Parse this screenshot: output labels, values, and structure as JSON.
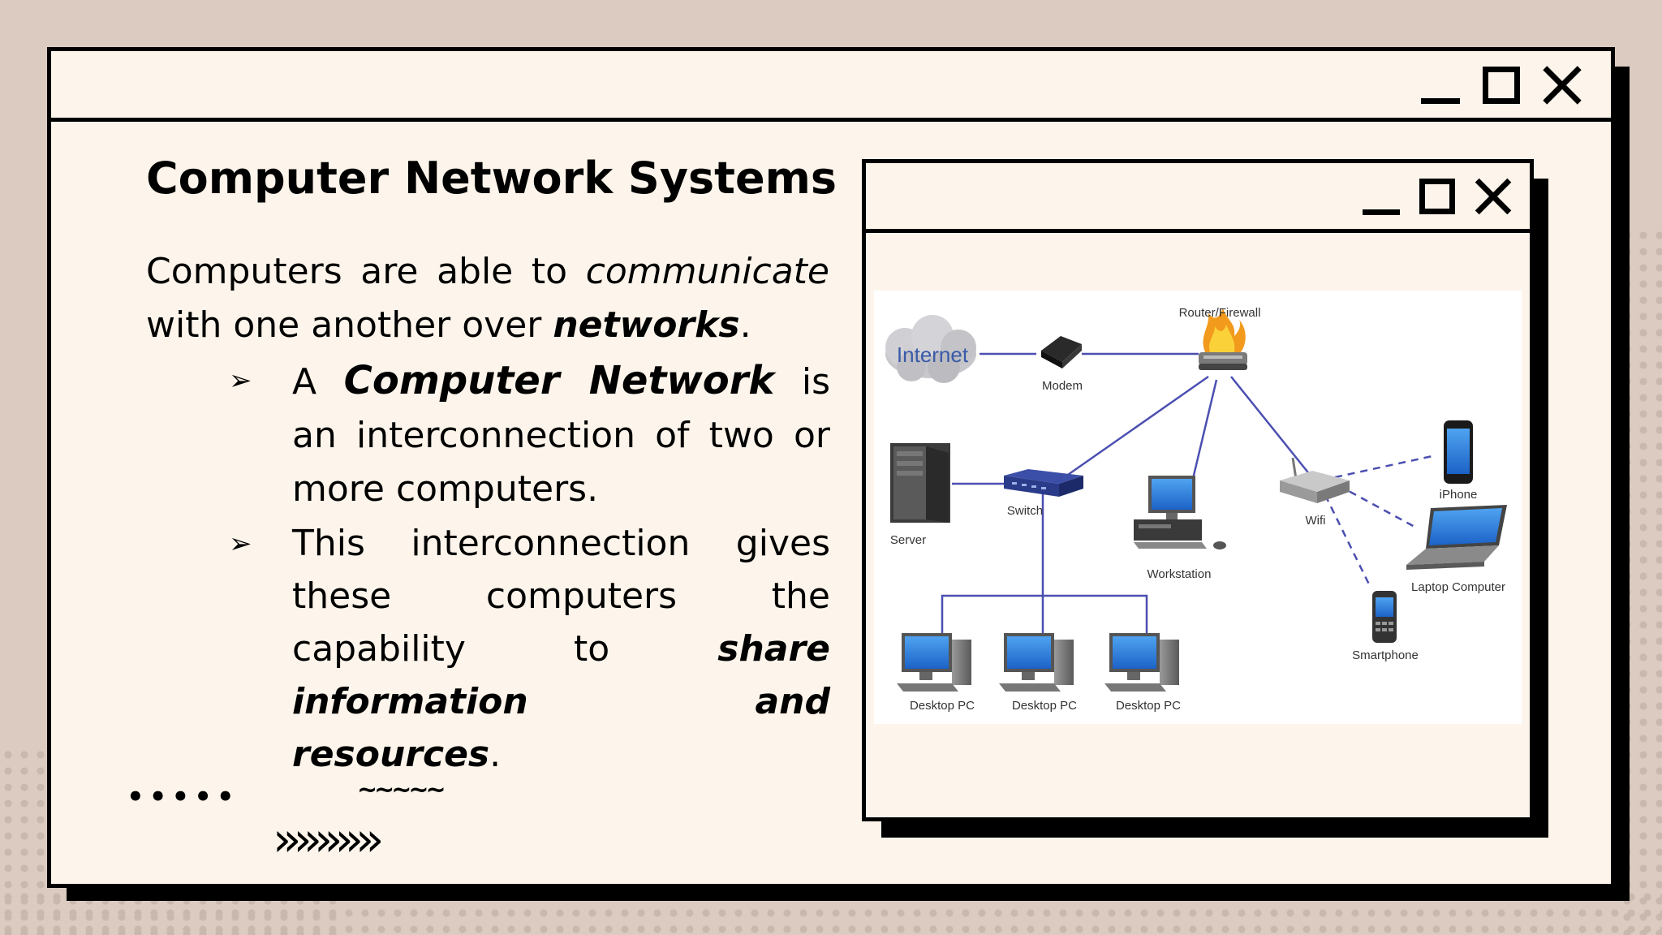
{
  "slide": {
    "title": "Computer Network Systems",
    "intro": {
      "part1": "Computers are able to ",
      "em1": "communicate",
      "part2": " with one another over ",
      "em2": "networks",
      "part3": "."
    },
    "bullets": [
      {
        "pre": "A ",
        "em": "Computer Network",
        "post": " is an interconnection of two or more computers."
      },
      {
        "pre": "This interconnection gives these computers the capability to ",
        "em": "share information and resources",
        "post": "."
      }
    ],
    "bullet_glyph": "➢",
    "decor": {
      "dots": "•••••",
      "wave": "~~~~~",
      "chevrons": "»»»»»"
    }
  },
  "diagram": {
    "nodes": {
      "internet": "Internet",
      "modem": "Modem",
      "router": "Router/Firewall",
      "server": "Server",
      "switch": "Switch",
      "workstation": "Workstation",
      "wifi": "Wifi",
      "iphone": "iPhone",
      "laptop": "Laptop Computer",
      "smartphone": "Smartphone",
      "desktop1": "Desktop PC",
      "desktop2": "Desktop PC",
      "desktop3": "Desktop PC"
    }
  },
  "colors": {
    "background": "#dccbc0",
    "window": "#fdf5eb",
    "border": "#000000",
    "link": "#4b4fb0"
  }
}
